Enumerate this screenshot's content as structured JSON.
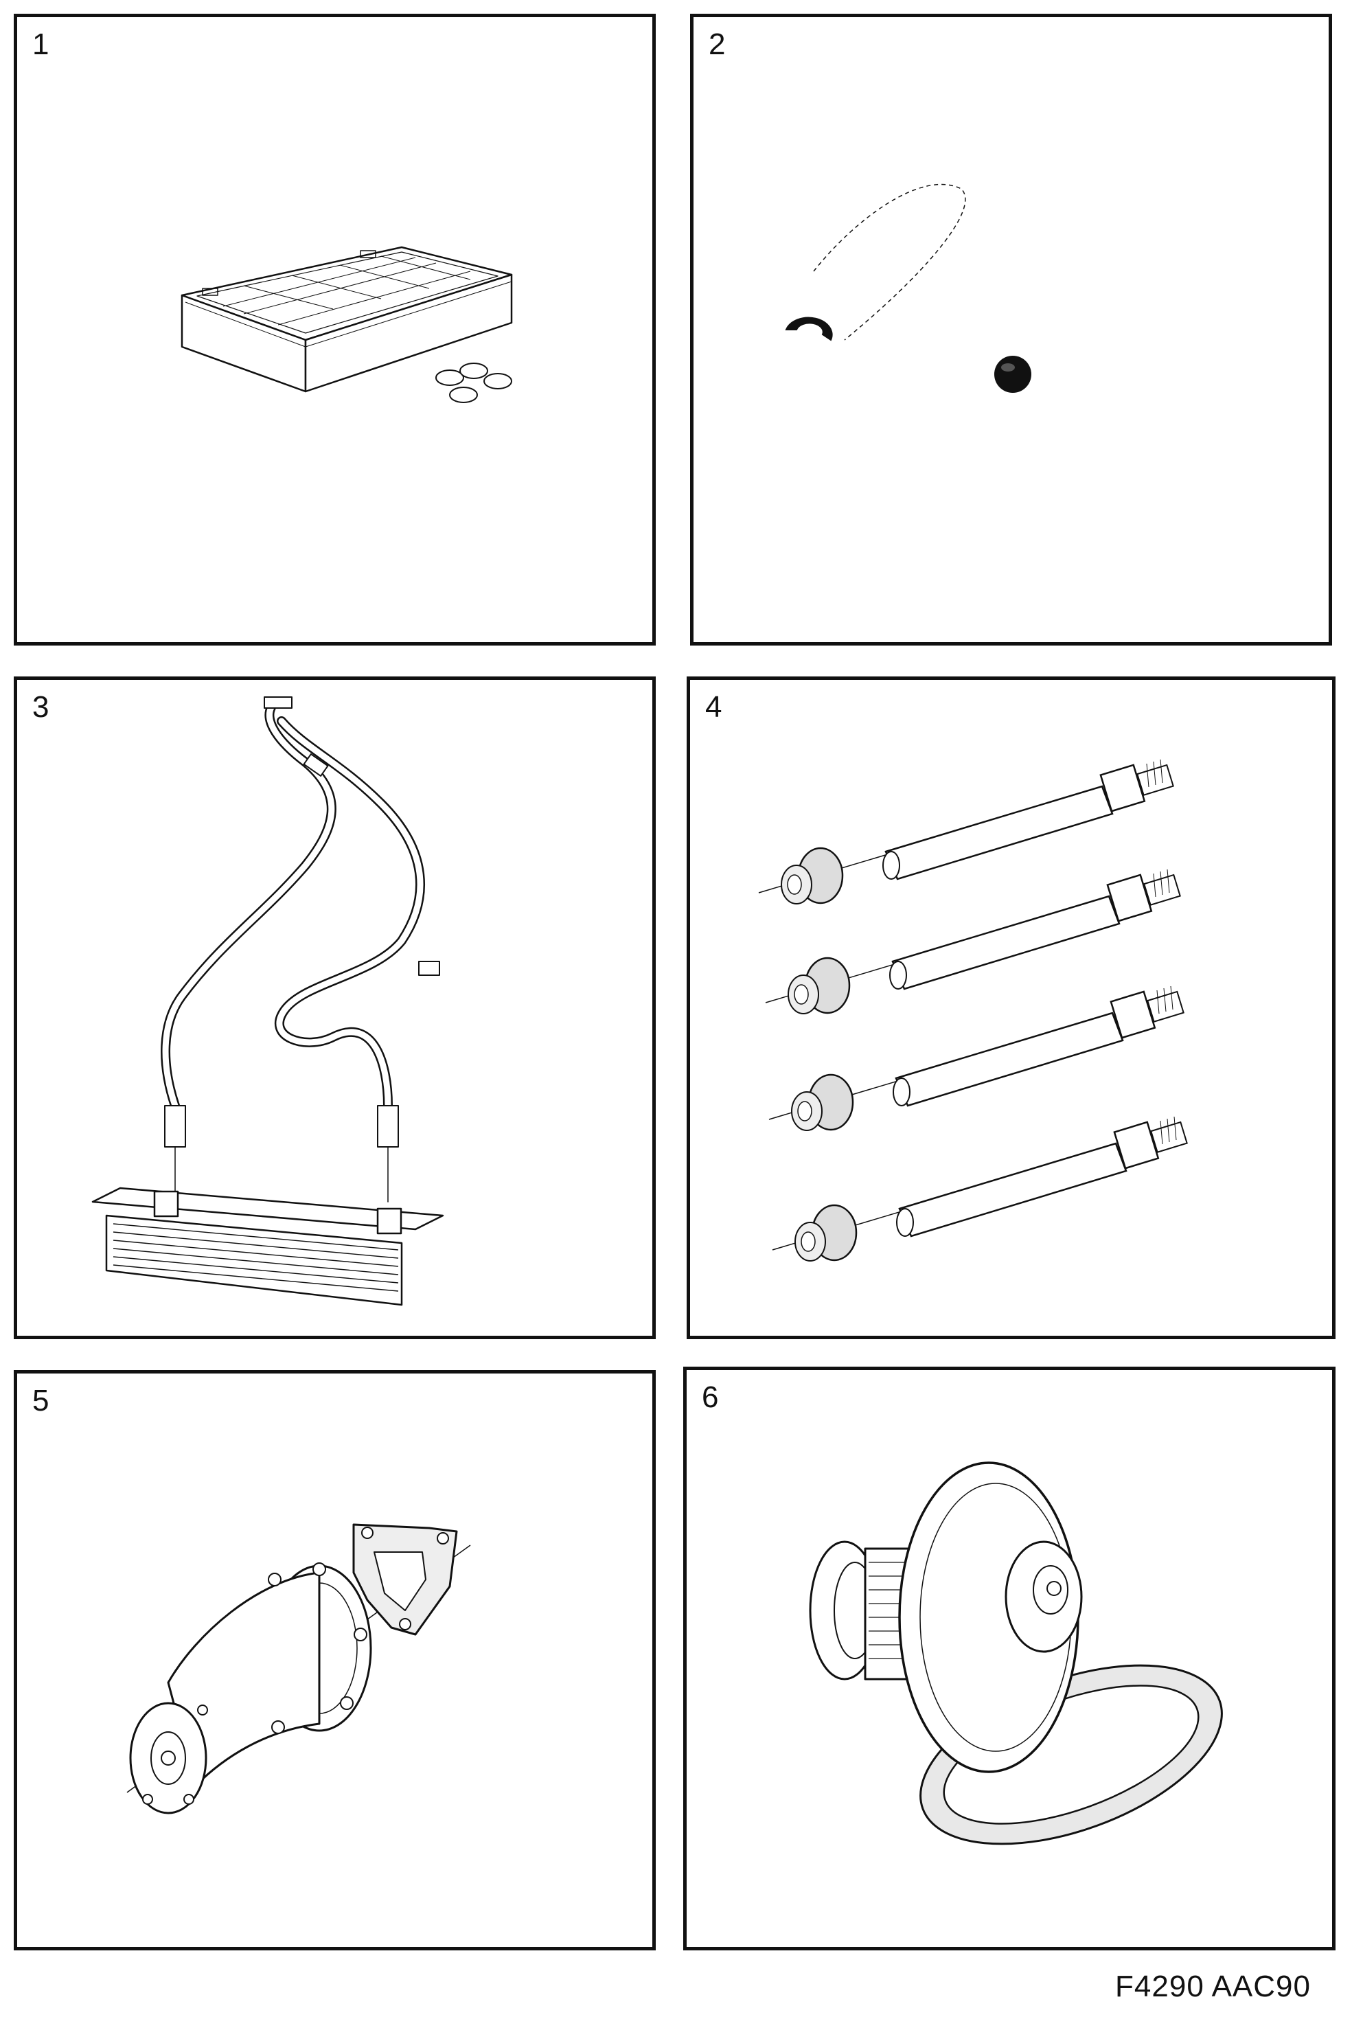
{
  "panels": [
    {
      "number": "1",
      "part": "fuse-box-with-caps"
    },
    {
      "number": "2",
      "part": "circlip-and-ball"
    },
    {
      "number": "3",
      "part": "oil-cooler-with-hoses"
    },
    {
      "number": "4",
      "part": "tie-rods-with-bushes"
    },
    {
      "number": "5",
      "part": "water-pump-with-gasket"
    },
    {
      "number": "6",
      "part": "thermostat-with-seal"
    }
  ],
  "figure_code": "F4290 AAC90"
}
